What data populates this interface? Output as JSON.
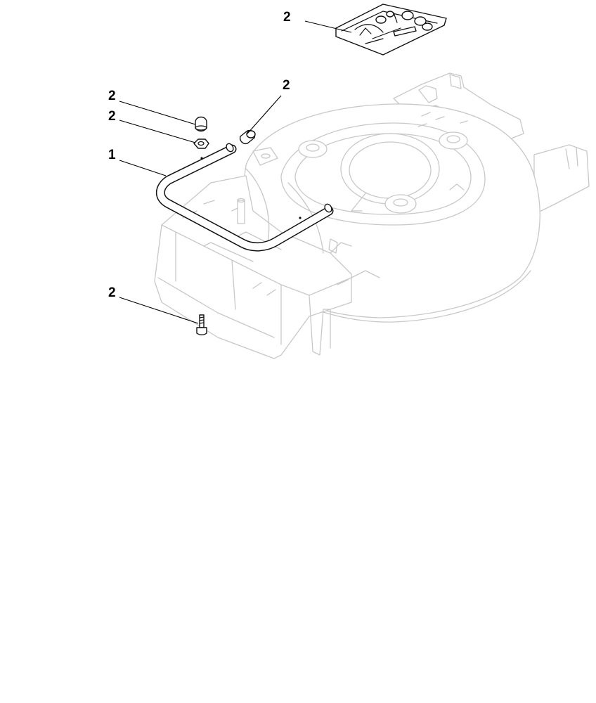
{
  "diagram": {
    "callouts": [
      {
        "id": "hardware-kit",
        "label": "2"
      },
      {
        "id": "sleeve",
        "label": "2"
      },
      {
        "id": "cap-nut",
        "label": "2"
      },
      {
        "id": "nut",
        "label": "2"
      },
      {
        "id": "handle-tube",
        "label": "1"
      },
      {
        "id": "bolt",
        "label": "2"
      }
    ]
  },
  "colors": {
    "ghost_outline": "#c8c8c8",
    "part_outline": "#111111",
    "background": "#ffffff"
  }
}
